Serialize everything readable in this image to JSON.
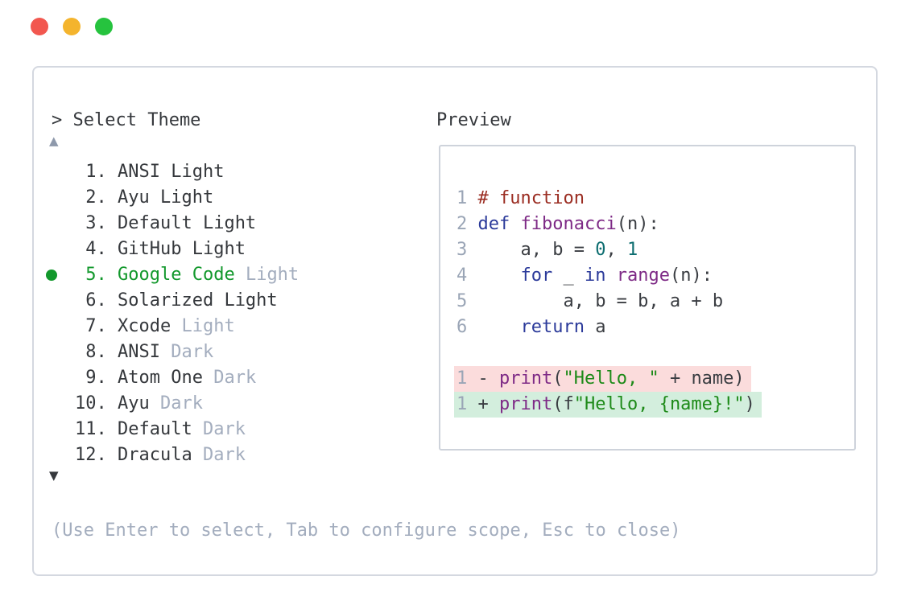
{
  "window": {
    "traffic_lights": [
      {
        "name": "close-button",
        "color": "#f2574f"
      },
      {
        "name": "minimize-button",
        "color": "#f4b42d"
      },
      {
        "name": "zoom-button",
        "color": "#26c33e"
      }
    ]
  },
  "selector": {
    "prompt": "> Select Theme",
    "scroll_up": "▲",
    "scroll_down": "▼",
    "hint": "(Use Enter to select, Tab to configure scope, Esc to close)",
    "items": [
      {
        "number": " 1.",
        "name": "ANSI Light",
        "suffix": "",
        "selected": false
      },
      {
        "number": " 2.",
        "name": "Ayu Light",
        "suffix": "",
        "selected": false
      },
      {
        "number": " 3.",
        "name": "Default Light",
        "suffix": "",
        "selected": false
      },
      {
        "number": " 4.",
        "name": "GitHub Light",
        "suffix": "",
        "selected": false
      },
      {
        "number": " 5.",
        "name": "Google Code",
        "suffix": "Light",
        "selected": true
      },
      {
        "number": " 6.",
        "name": "Solarized Light",
        "suffix": "",
        "selected": false
      },
      {
        "number": " 7.",
        "name": "Xcode",
        "suffix": "Light",
        "selected": false
      },
      {
        "number": " 8.",
        "name": "ANSI",
        "suffix": "Dark",
        "selected": false
      },
      {
        "number": " 9.",
        "name": "Atom One",
        "suffix": "Dark",
        "selected": false
      },
      {
        "number": "10.",
        "name": "Ayu",
        "suffix": "Dark",
        "selected": false
      },
      {
        "number": "11.",
        "name": "Default",
        "suffix": "Dark",
        "selected": false
      },
      {
        "number": "12.",
        "name": "Dracula",
        "suffix": "Dark",
        "selected": false
      }
    ]
  },
  "preview": {
    "title": "Preview",
    "lines": [
      {
        "num": "1",
        "bg": "none",
        "tokens": [
          {
            "t": "# function",
            "c": "comment"
          }
        ]
      },
      {
        "num": "2",
        "bg": "none",
        "tokens": [
          {
            "t": "def",
            "c": "keyword"
          },
          {
            "t": " ",
            "c": "plain"
          },
          {
            "t": "fibonacci",
            "c": "function"
          },
          {
            "t": "(n):",
            "c": "plain"
          }
        ]
      },
      {
        "num": "3",
        "bg": "none",
        "tokens": [
          {
            "t": "    a, b = ",
            "c": "plain"
          },
          {
            "t": "0",
            "c": "literal"
          },
          {
            "t": ", ",
            "c": "plain"
          },
          {
            "t": "1",
            "c": "literal"
          }
        ]
      },
      {
        "num": "4",
        "bg": "none",
        "tokens": [
          {
            "t": "    ",
            "c": "plain"
          },
          {
            "t": "for",
            "c": "keyword"
          },
          {
            "t": " _ ",
            "c": "plain"
          },
          {
            "t": "in",
            "c": "keyword"
          },
          {
            "t": " ",
            "c": "plain"
          },
          {
            "t": "range",
            "c": "function"
          },
          {
            "t": "(n):",
            "c": "plain"
          }
        ]
      },
      {
        "num": "5",
        "bg": "none",
        "tokens": [
          {
            "t": "        a, b = b, a + b",
            "c": "plain"
          }
        ]
      },
      {
        "num": "6",
        "bg": "none",
        "tokens": [
          {
            "t": "    ",
            "c": "plain"
          },
          {
            "t": "return",
            "c": "keyword"
          },
          {
            "t": " a",
            "c": "plain"
          }
        ]
      },
      {
        "num": "",
        "bg": "none",
        "tokens": []
      },
      {
        "num": "1",
        "bg": "removed",
        "tokens": [
          {
            "t": "- ",
            "c": "plain"
          },
          {
            "t": "print",
            "c": "function"
          },
          {
            "t": "(",
            "c": "plain"
          },
          {
            "t": "\"Hello, \"",
            "c": "string"
          },
          {
            "t": " + name)",
            "c": "plain"
          }
        ]
      },
      {
        "num": "1",
        "bg": "added",
        "tokens": [
          {
            "t": "+ ",
            "c": "plain"
          },
          {
            "t": "print",
            "c": "function"
          },
          {
            "t": "(f",
            "c": "plain"
          },
          {
            "t": "\"Hello, {name}!\"",
            "c": "string"
          },
          {
            "t": ")",
            "c": "plain"
          }
        ]
      }
    ]
  },
  "colors": {
    "accent-green": "#12982c",
    "dark": "#35383c",
    "muted": "#a3adbe",
    "muted-arrow": "#8e99ab",
    "line-num": "#9aa5b6",
    "code-dark": "#3a3d42",
    "comment": "#9b2d22",
    "keyword": "#2b3a9a",
    "function": "#7e2a86",
    "literal": "#0d6d70",
    "string": "#1d8a18",
    "removed-bg": "#fbdcdc",
    "added-bg": "#d3eedd"
  }
}
